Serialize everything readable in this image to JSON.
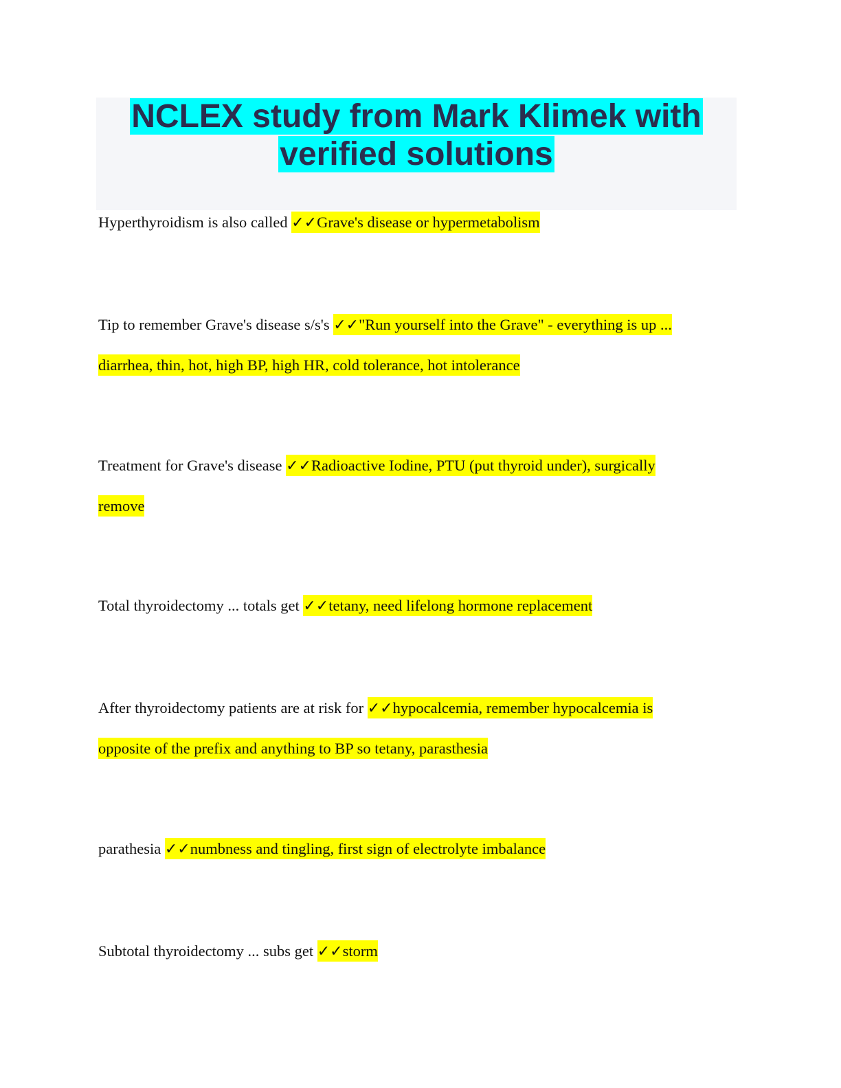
{
  "document": {
    "title_lines": [
      "NCLEX study from Mark Klimek with",
      "verified solutions"
    ],
    "check_mark": "✓✓",
    "entries": [
      {
        "question": "Hyperthyroidism is also called",
        "answer_line1": "Grave's disease or hypermetabolism",
        "answer_line2": null
      },
      {
        "question": "Tip to remember Grave's disease s/s's",
        "answer_line1": "\"Run yourself into the Grave\" - everything is up ...",
        "answer_line2": "diarrhea, thin, hot, high BP, high HR, cold tolerance, hot intolerance"
      },
      {
        "question": "Treatment for Grave's disease",
        "answer_line1": "Radioactive Iodine, PTU (put thyroid under), surgically",
        "answer_line2": "remove"
      },
      {
        "question": "Total thyroidectomy ... totals get",
        "answer_line1": "tetany, need lifelong hormone replacement",
        "answer_line2": null
      },
      {
        "question": "After thyroidectomy patients are at risk for",
        "answer_line1": "hypocalcemia, remember hypocalcemia is",
        "answer_line2": "opposite of the prefix and anything to BP so tetany, parasthesia"
      },
      {
        "question": "parathesia",
        "answer_line1": "numbness and tingling, first sign of electrolyte imbalance",
        "answer_line2": null
      },
      {
        "question": "Subtotal thyroidectomy ... subs get",
        "answer_line1": "storm",
        "answer_line2": null
      }
    ]
  },
  "colors": {
    "title_highlight": "#00ffff",
    "title_text": "#2b2d4e",
    "answer_highlight": "#ffff00",
    "title_panel": "#f5f6f9"
  }
}
